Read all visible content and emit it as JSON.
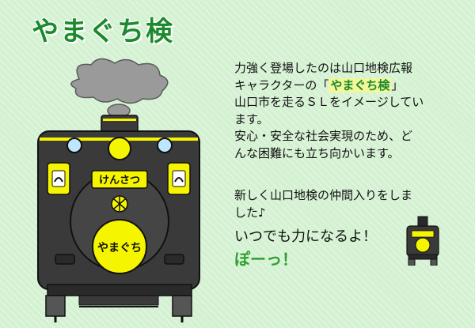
{
  "title": "やまぐち検",
  "description": {
    "line1": "力強く登場したのは山口地検広報",
    "line2_pre": "キャラクターの「",
    "line2_highlight": "やまぐち検",
    "line2_post": "」",
    "line3": "山口市を走るＳＬをイメージしてい",
    "line4": "ます。",
    "line5": "安心・安全な社会実現のため、ど",
    "line6": "んな困難にも立ち向かいます。"
  },
  "intro": {
    "line1": "新しく山口地検の仲間入りをしま",
    "line2": "した♪"
  },
  "catchphrase": "いつでも力になるよ！",
  "shout": "ぽーっ！",
  "train": {
    "plate_text": "けんさつ",
    "face_text": "やまぐち"
  },
  "colors": {
    "background": "#d4f1d2",
    "title": "#1c8a2c",
    "train_body": "#3a3a3a",
    "accent_yellow": "#f5f500",
    "smoke": "#9a9a9a"
  },
  "icons": [
    "smoke-cloud-icon",
    "locomotive-illustration",
    "mini-locomotive-icon"
  ]
}
